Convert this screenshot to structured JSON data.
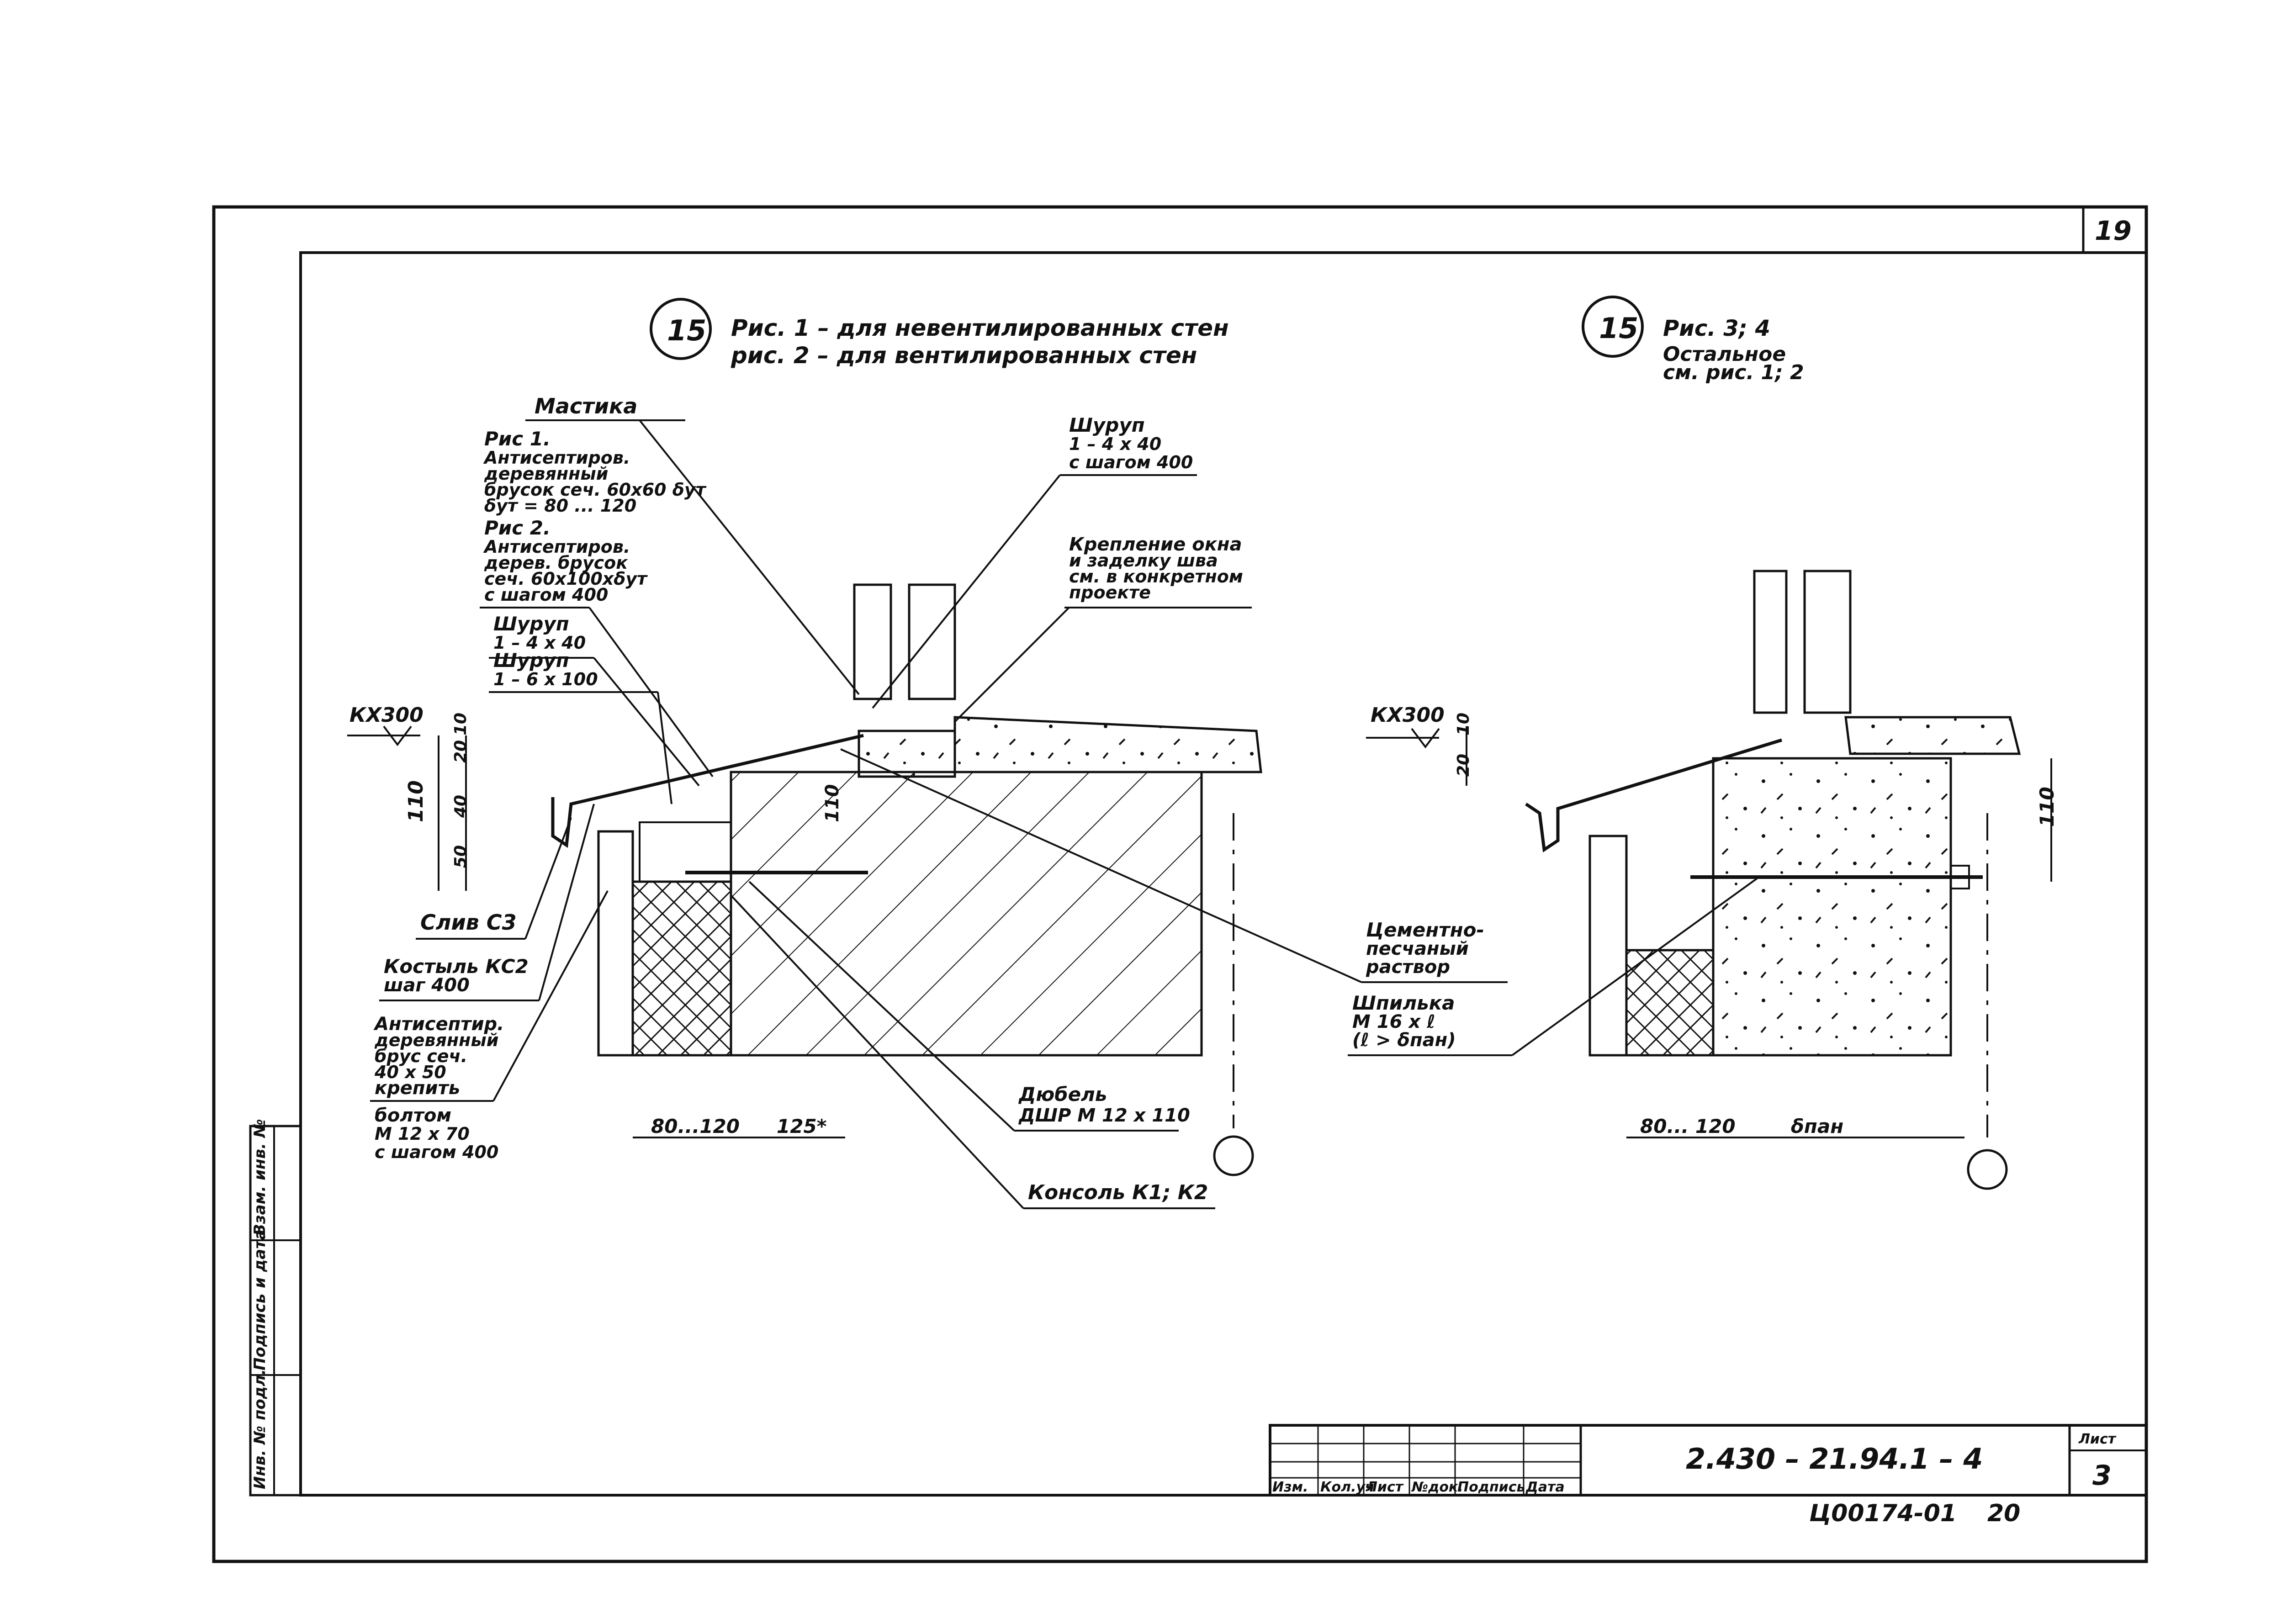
{
  "sheet": {
    "page_number": "19",
    "format_note": "2 0"
  },
  "left_detail": {
    "marker": "15",
    "caption_line1": "Рис. 1 – для невентилированных стен",
    "caption_line2": "рис. 2 – для вентилированных стен",
    "labels": {
      "mastika": "Мастика",
      "ris1_title": "Рис 1.",
      "ris1_l1": "Антисептиров.",
      "ris1_l2": "деревянный",
      "ris1_l3": "брусок сеч. 60х60 δут",
      "ris1_l4": "δут = 80 ... 120",
      "ris2_title": "Рис 2.",
      "ris2_l1": "Антисептиров.",
      "ris2_l2": "дерев. брусок",
      "ris2_l3": "сеч. 60х100хδут",
      "ris2_l4": "с шагом 400",
      "shurup1_l1": "Шуруп",
      "shurup1_l2": "1 – 4 х 40",
      "shurup1_l3": "с шагом 400",
      "shurup2_l1": "Шуруп",
      "shurup2_l2": "1 – 4 х 40",
      "shurup3_l1": "Шуруп",
      "shurup3_l2": "1 – 6 х 100",
      "kreplenie_l1": "Крепление окна",
      "kreplenie_l2": "и заделку шва",
      "kreplenie_l3": "см. в конкретном",
      "kreplenie_l4": "проекте",
      "level": "КХ300",
      "sliv": "Слив С3",
      "kostyl_l1": "Костыль КС2",
      "kostyl_l2": "шаг 400",
      "antisep_l1": "Антисептир.",
      "antisep_l2": "деревянный",
      "antisep_l3": "брус сеч.",
      "antisep_l4": "40 х 50",
      "antisep_l5": "крепить",
      "bolt_l1": "болтом",
      "bolt_l2": "М 12 х 70",
      "bolt_l3": "с шагом 400",
      "dyubel_l1": "Дюбель",
      "dyubel_l2": "ДШР М 12 х 110",
      "konsol": "Консоль К1; К2",
      "cement_l1": "Цементно-",
      "cement_l2": "песчаный",
      "cement_l3": "раствор"
    },
    "dims": {
      "d10": "10",
      "d20": "20",
      "d40": "40",
      "d50": "50",
      "d110": "110",
      "d110b": "110",
      "w1": "80...120",
      "w2": "125*"
    }
  },
  "right_detail": {
    "marker": "15",
    "caption_line1": "Рис. 3; 4",
    "caption_line2": "Остальное",
    "caption_line3": "см. рис. 1; 2",
    "labels": {
      "level": "КХ300",
      "shpilka_l1": "Шпилька",
      "shpilka_l2": "М 16 х ℓ",
      "shpilka_l3": "(ℓ > δпан)"
    },
    "dims": {
      "d10": "10",
      "d20": "20",
      "d110": "110",
      "w1": "80... 120",
      "w2": "δпан"
    }
  },
  "side_stamp": {
    "col1": "Инв. № подл.",
    "col2": "Подпись и дата",
    "col3": "Взам. инв. №"
  },
  "title_block": {
    "headers": [
      "Изм.",
      "Кол.уч",
      "Лист",
      "№док.",
      "Подпись",
      "Дата"
    ],
    "doc_code": "2.430 – 21.94.1 – 4",
    "sheet_label": "Лист",
    "sheet_number": "3",
    "archive_code": "Ц00174-01",
    "format": "20"
  }
}
